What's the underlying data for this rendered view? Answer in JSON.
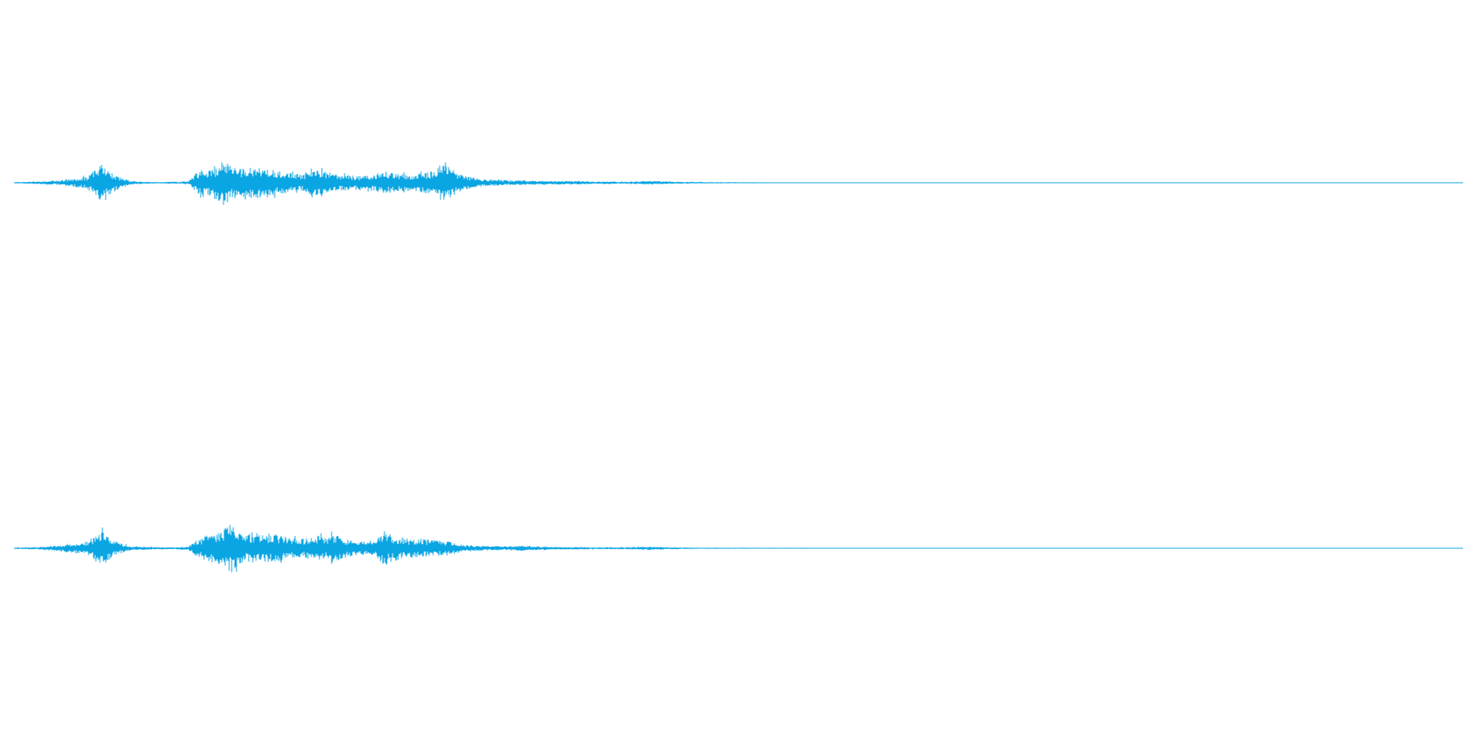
{
  "waveform": {
    "color": "#0aa5e3",
    "channels": [
      {
        "name": "",
        "envelope": [
          [
            0.0,
            0.02
          ],
          [
            0.01,
            0.03
          ],
          [
            0.02,
            0.05
          ],
          [
            0.03,
            0.07
          ],
          [
            0.04,
            0.12
          ],
          [
            0.05,
            0.18
          ],
          [
            0.055,
            0.35
          ],
          [
            0.06,
            0.55
          ],
          [
            0.065,
            0.4
          ],
          [
            0.07,
            0.22
          ],
          [
            0.08,
            0.06
          ],
          [
            0.09,
            0.03
          ],
          [
            0.1,
            0.02
          ],
          [
            0.11,
            0.03
          ],
          [
            0.12,
            0.04
          ],
          [
            0.125,
            0.28
          ],
          [
            0.13,
            0.45
          ],
          [
            0.135,
            0.38
          ],
          [
            0.14,
            0.52
          ],
          [
            0.145,
            0.7
          ],
          [
            0.15,
            0.48
          ],
          [
            0.16,
            0.42
          ],
          [
            0.17,
            0.5
          ],
          [
            0.18,
            0.36
          ],
          [
            0.19,
            0.3
          ],
          [
            0.2,
            0.25
          ],
          [
            0.205,
            0.45
          ],
          [
            0.21,
            0.38
          ],
          [
            0.22,
            0.28
          ],
          [
            0.23,
            0.22
          ],
          [
            0.24,
            0.2
          ],
          [
            0.25,
            0.26
          ],
          [
            0.255,
            0.36
          ],
          [
            0.26,
            0.3
          ],
          [
            0.27,
            0.24
          ],
          [
            0.28,
            0.28
          ],
          [
            0.29,
            0.34
          ],
          [
            0.295,
            0.62
          ],
          [
            0.3,
            0.45
          ],
          [
            0.31,
            0.22
          ],
          [
            0.32,
            0.12
          ],
          [
            0.33,
            0.1
          ],
          [
            0.34,
            0.08
          ],
          [
            0.35,
            0.07
          ],
          [
            0.36,
            0.06
          ],
          [
            0.37,
            0.05
          ],
          [
            0.38,
            0.06
          ],
          [
            0.39,
            0.05
          ],
          [
            0.4,
            0.04
          ],
          [
            0.41,
            0.04
          ],
          [
            0.42,
            0.03
          ],
          [
            0.43,
            0.04
          ],
          [
            0.44,
            0.06
          ],
          [
            0.45,
            0.04
          ],
          [
            0.46,
            0.03
          ],
          [
            0.48,
            0.02
          ],
          [
            0.5,
            0.015
          ],
          [
            0.53,
            0.012
          ],
          [
            0.56,
            0.01
          ],
          [
            0.6,
            0.008
          ],
          [
            0.63,
            0.005
          ],
          [
            0.65,
            0.003
          ],
          [
            0.7,
            0.0
          ],
          [
            1.0,
            0.0
          ]
        ]
      },
      {
        "name": "",
        "envelope": [
          [
            0.0,
            0.02
          ],
          [
            0.01,
            0.03
          ],
          [
            0.02,
            0.05
          ],
          [
            0.03,
            0.08
          ],
          [
            0.04,
            0.14
          ],
          [
            0.05,
            0.2
          ],
          [
            0.055,
            0.35
          ],
          [
            0.06,
            0.5
          ],
          [
            0.065,
            0.38
          ],
          [
            0.07,
            0.2
          ],
          [
            0.08,
            0.06
          ],
          [
            0.09,
            0.04
          ],
          [
            0.1,
            0.03
          ],
          [
            0.11,
            0.03
          ],
          [
            0.12,
            0.06
          ],
          [
            0.125,
            0.22
          ],
          [
            0.13,
            0.34
          ],
          [
            0.14,
            0.48
          ],
          [
            0.15,
            0.72
          ],
          [
            0.155,
            0.46
          ],
          [
            0.16,
            0.36
          ],
          [
            0.165,
            0.5
          ],
          [
            0.17,
            0.4
          ],
          [
            0.18,
            0.44
          ],
          [
            0.19,
            0.3
          ],
          [
            0.2,
            0.28
          ],
          [
            0.21,
            0.4
          ],
          [
            0.215,
            0.3
          ],
          [
            0.22,
            0.42
          ],
          [
            0.23,
            0.26
          ],
          [
            0.24,
            0.2
          ],
          [
            0.25,
            0.24
          ],
          [
            0.255,
            0.56
          ],
          [
            0.26,
            0.4
          ],
          [
            0.27,
            0.3
          ],
          [
            0.28,
            0.28
          ],
          [
            0.29,
            0.24
          ],
          [
            0.3,
            0.2
          ],
          [
            0.31,
            0.1
          ],
          [
            0.32,
            0.08
          ],
          [
            0.33,
            0.07
          ],
          [
            0.34,
            0.06
          ],
          [
            0.35,
            0.08
          ],
          [
            0.36,
            0.06
          ],
          [
            0.37,
            0.04
          ],
          [
            0.38,
            0.04
          ],
          [
            0.39,
            0.04
          ],
          [
            0.4,
            0.03
          ],
          [
            0.41,
            0.03
          ],
          [
            0.42,
            0.03
          ],
          [
            0.43,
            0.04
          ],
          [
            0.44,
            0.05
          ],
          [
            0.45,
            0.03
          ],
          [
            0.47,
            0.02
          ],
          [
            0.5,
            0.015
          ],
          [
            0.54,
            0.012
          ],
          [
            0.57,
            0.01
          ],
          [
            0.6,
            0.008
          ],
          [
            0.62,
            0.005
          ],
          [
            0.64,
            0.003
          ],
          [
            0.68,
            0.002
          ],
          [
            0.7,
            0.0
          ],
          [
            1.0,
            0.0
          ]
        ]
      }
    ]
  }
}
